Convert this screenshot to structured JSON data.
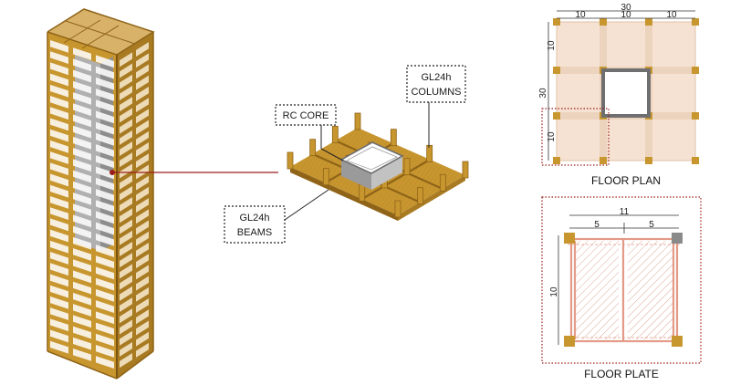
{
  "callouts": {
    "rc_core": "RC CORE",
    "columns_line1": "GL24h",
    "columns_line2": "COLUMNS",
    "beams_line1": "GL24h",
    "beams_line2": "BEAMS"
  },
  "floor_plan": {
    "caption": "FLOOR PLAN",
    "total_width": "30",
    "bay_1": "10",
    "bay_2": "10",
    "bay_3": "10",
    "total_depth": "30",
    "depth_bay_1": "10",
    "depth_bay_3": "10"
  },
  "floor_plate": {
    "caption": "FLOOR PLATE",
    "width": "11",
    "half_1": "5",
    "half_2": "5",
    "depth": "10"
  },
  "colors": {
    "timber": "#c8962e",
    "timber_dark": "#8f6418",
    "core": "#9a9a9a",
    "callout_line": "#9b1c1c",
    "plan_fill": "#f6e2d2",
    "plate_beam": "#e39a86"
  }
}
